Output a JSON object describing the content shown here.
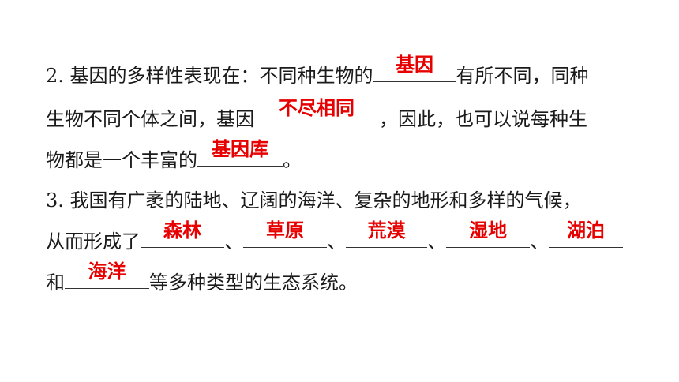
{
  "q2": {
    "line1": {
      "text_a": "2. 基因的多样性表现在：不同种生物的",
      "answer": "基因",
      "text_b": "有所不同，同种"
    },
    "line2": {
      "text_a": "生物不同个体之间，基因",
      "answer": "不尽相同",
      "text_b": "，因此，也可以说每种生"
    },
    "line3": {
      "text_a": "物都是一个丰富的",
      "answer": "基因库",
      "text_b": "。"
    }
  },
  "q3": {
    "line1": {
      "text": "3. 我国有广袤的陆地、辽阔的海洋、复杂的地形和多样的气候，"
    },
    "line2": {
      "text_a": "从而形成了",
      "answers": [
        "森林",
        "草原",
        "荒漠",
        "湿地",
        "湖泊"
      ],
      "sep": "、"
    },
    "line3": {
      "text_a": "和",
      "answer": "海洋",
      "text_b": "等多种类型的生态系统。"
    }
  }
}
